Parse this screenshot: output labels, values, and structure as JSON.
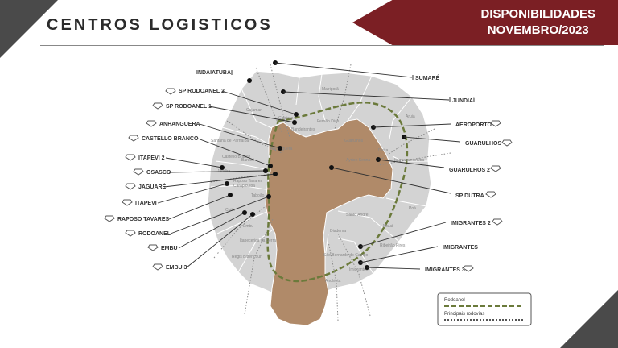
{
  "header": {
    "title": "CENTROS LOGISTICOS",
    "banner_line1": "DISPONIBILIDADES",
    "banner_line2": "NOVEMBRO/2023"
  },
  "map": {
    "region_names": [
      "Cajamar",
      "Mairiporã",
      "Caieiras",
      "Santana de Parnaíba",
      "Barueri",
      "Carapicuíba",
      "Jandira",
      "Cotia",
      "Embu",
      "Itapecerica da Serra",
      "Taboão",
      "Guarulhos",
      "Arujá",
      "Itaquaquecetuba",
      "Poá",
      "Mauá",
      "Santo André",
      "São Bernardo do Campo",
      "Diadema",
      "Ribeirão Pires"
    ],
    "road_names": [
      "Bandeirantes",
      "Anhanguera",
      "Castello Branco",
      "Raposo Tavares",
      "Régis Bittencourt",
      "Fernão Dias",
      "Dutra",
      "Ayrton Senna",
      "Imigrantes",
      "Anchieta"
    ]
  },
  "labels_left": [
    {
      "id": "indaiatuba",
      "text": "INDAIATUBA",
      "tag": "bar"
    },
    {
      "id": "sp-rodoanel-2",
      "text": "SP RODOANEL 2",
      "tag": "shield"
    },
    {
      "id": "sp-rodoanel-1",
      "text": "SP RODOANEL 1",
      "tag": "shield"
    },
    {
      "id": "anhanguera",
      "text": "ANHANGUERA",
      "tag": "shield"
    },
    {
      "id": "castello-branco",
      "text": "CASTELLO BRANCO",
      "tag": "shield"
    },
    {
      "id": "itapevi-2",
      "text": "ITAPEVI 2",
      "tag": "shield"
    },
    {
      "id": "osasco",
      "text": "OSASCO",
      "tag": "shield"
    },
    {
      "id": "jaguare",
      "text": "JAGUARÉ",
      "tag": "shield"
    },
    {
      "id": "itapevi",
      "text": "ITAPEVI",
      "tag": "shield"
    },
    {
      "id": "raposo-tavares",
      "text": "RAPOSO TAVARES",
      "tag": "shield"
    },
    {
      "id": "rodoanel",
      "text": "RODOANEL",
      "tag": "shield"
    },
    {
      "id": "embu",
      "text": "EMBU",
      "tag": "shield"
    },
    {
      "id": "embu-3",
      "text": "EMBU 3",
      "tag": "shield"
    }
  ],
  "labels_right": [
    {
      "id": "sumare",
      "text": "SUMARÉ",
      "tag": "bar"
    },
    {
      "id": "jundiai",
      "text": "JUNDIAÍ",
      "tag": "bar"
    },
    {
      "id": "aeroporto",
      "text": "AEROPORTO",
      "tag": "shield"
    },
    {
      "id": "guarulhos",
      "text": "GUARULHOS",
      "tag": "shield"
    },
    {
      "id": "guarulhos-2",
      "text": "GUARULHOS 2",
      "tag": "shield"
    },
    {
      "id": "sp-dutra",
      "text": "SP DUTRA",
      "tag": "shield"
    },
    {
      "id": "imigrantes-2",
      "text": "IMIGRANTES 2",
      "tag": "shield"
    },
    {
      "id": "imigrantes",
      "text": "IMIGRANTES",
      "tag": "shield"
    },
    {
      "id": "imigrantes-3",
      "text": "IMIGRANTES 3",
      "tag": "shield"
    }
  ],
  "legend": {
    "rodoanel": "Rodoanel",
    "rodovias": "Principais rodovias"
  },
  "colors": {
    "banner": "#7b1f24",
    "corner": "#4a4a4a",
    "city_fill": "#b08a69",
    "region_fill": "#d3d3d3",
    "rodoanel": "#6b7a3b"
  }
}
